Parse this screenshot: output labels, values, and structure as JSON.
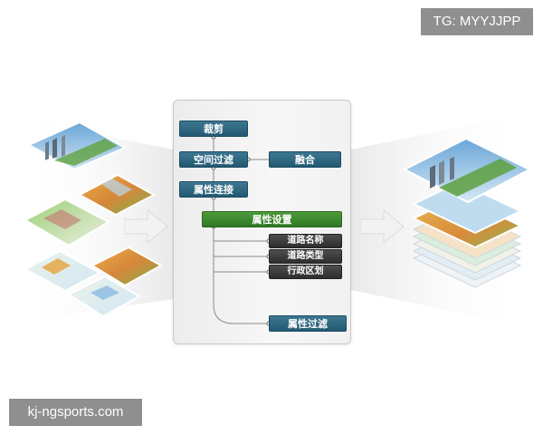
{
  "watermarks": {
    "tg": "TG: MYYJJPP",
    "site": "kj-ngsports.com"
  },
  "flow": {
    "clip": "裁剪",
    "spatial_filter": "空间过滤",
    "fusion": "融合",
    "attribute_join": "属性连接",
    "attribute_settings": "属性设置",
    "road_name": "道路名称",
    "road_type": "道路类型",
    "admin_division": "行政区划",
    "attribute_filter": "属性过滤"
  },
  "colors": {
    "node_blue": "#2b6580",
    "node_green": "#3a8a2f",
    "node_dark": "#3a3a3a",
    "connector": "#8a8a8a"
  }
}
